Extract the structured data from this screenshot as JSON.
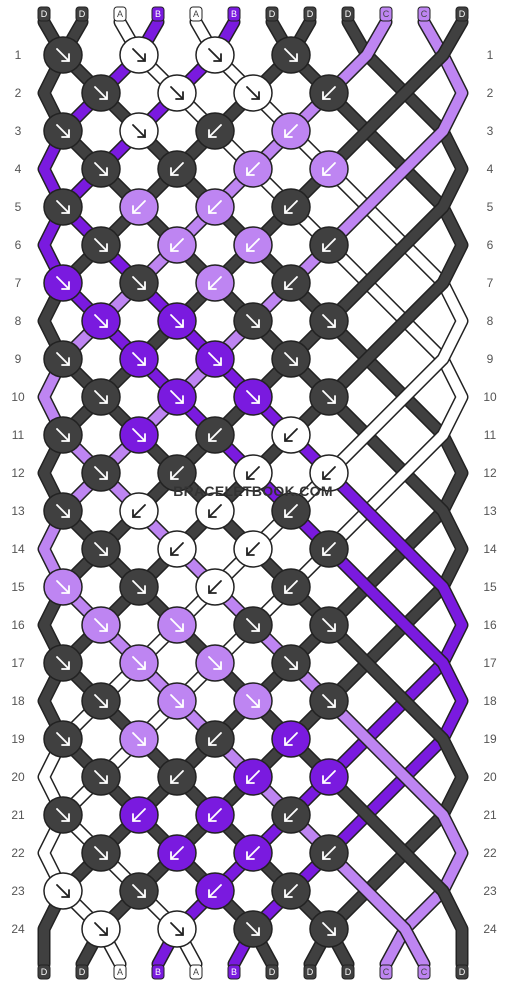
{
  "pattern": {
    "colors": {
      "D": "#404040",
      "A": "#ffffff",
      "B": "#7a1adf",
      "C": "#be85f2"
    },
    "top_labels": [
      "D",
      "D",
      "A",
      "B",
      "A",
      "B",
      "D",
      "D",
      "D",
      "C",
      "C",
      "D"
    ],
    "bottom_labels": [
      "D",
      "D",
      "A",
      "B",
      "A",
      "B",
      "D",
      "D",
      "D",
      "C",
      "C",
      "D"
    ],
    "row_numbers": [
      "1",
      "2",
      "3",
      "4",
      "5",
      "6",
      "7",
      "8",
      "9",
      "10",
      "11",
      "12",
      "13",
      "14",
      "15",
      "16",
      "17",
      "18",
      "19",
      "20",
      "21",
      "22",
      "23",
      "24"
    ],
    "knots": [
      [
        "D:R",
        "A:R",
        "A:R",
        "D:R"
      ],
      [
        "D:R",
        "A:R",
        "A:R",
        "D:L"
      ],
      [
        "D:R",
        "A:R",
        "D:L",
        "C:L"
      ],
      [
        "D:R",
        "D:L",
        "C:L",
        "C:L"
      ],
      [
        "D:R",
        "C:L",
        "C:L",
        "D:L"
      ],
      [
        "D:R",
        "C:L",
        "C:L",
        "D:L"
      ],
      [
        "B:R",
        "D:R",
        "C:L",
        "D:L"
      ],
      [
        "B:R",
        "B:R",
        "D:R",
        "D:R"
      ],
      [
        "D:R",
        "B:R",
        "B:R",
        "D:R"
      ],
      [
        "D:R",
        "B:R",
        "B:R",
        "D:R"
      ],
      [
        "D:R",
        "B:R",
        "D:L",
        "A:L"
      ],
      [
        "D:R",
        "D:L",
        "A:L",
        "A:L"
      ],
      [
        "D:R",
        "A:L",
        "A:L",
        "D:L"
      ],
      [
        "D:R",
        "A:L",
        "A:L",
        "D:L"
      ],
      [
        "C:R",
        "D:R",
        "A:L",
        "D:L"
      ],
      [
        "C:R",
        "C:R",
        "D:R",
        "D:R"
      ],
      [
        "D:R",
        "C:R",
        "C:R",
        "D:R"
      ],
      [
        "D:R",
        "C:R",
        "C:R",
        "D:R"
      ],
      [
        "D:R",
        "C:R",
        "D:L",
        "B:L"
      ],
      [
        "D:R",
        "D:L",
        "B:L",
        "B:L"
      ],
      [
        "D:R",
        "B:L",
        "B:L",
        "D:L"
      ],
      [
        "D:R",
        "B:L",
        "B:L",
        "D:L"
      ],
      [
        "A:R",
        "D:R",
        "B:L",
        "D:L"
      ],
      [
        "A:R",
        "A:R",
        "D:R",
        "D:R"
      ]
    ]
  },
  "watermark": "BRACELETBOOK.COM"
}
